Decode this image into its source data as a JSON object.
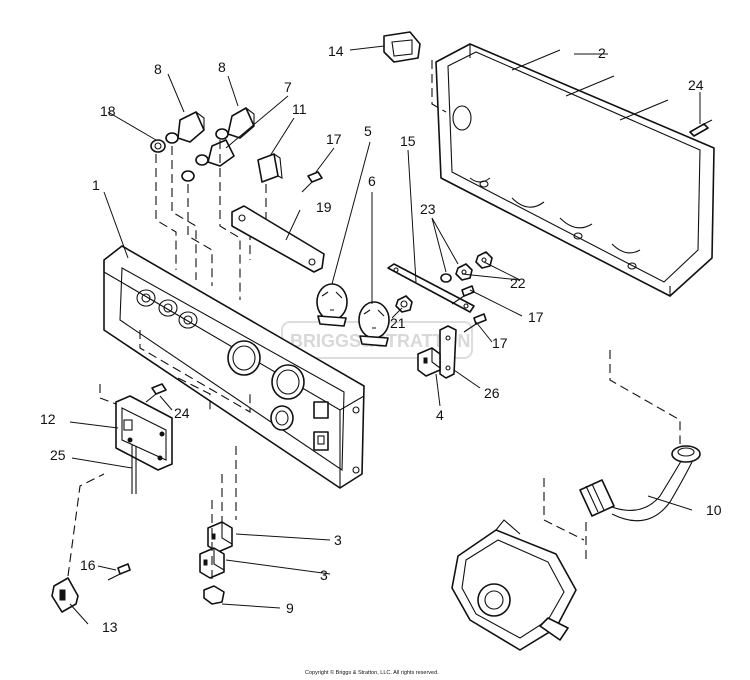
{
  "parts": [
    {
      "id": "p1",
      "label": "1"
    },
    {
      "id": "p2",
      "label": "2"
    },
    {
      "id": "p3a",
      "label": "3"
    },
    {
      "id": "p3b",
      "label": "3"
    },
    {
      "id": "p4",
      "label": "4"
    },
    {
      "id": "p5",
      "label": "5"
    },
    {
      "id": "p6",
      "label": "6"
    },
    {
      "id": "p7",
      "label": "7"
    },
    {
      "id": "p8a",
      "label": "8"
    },
    {
      "id": "p8b",
      "label": "8"
    },
    {
      "id": "p9",
      "label": "9"
    },
    {
      "id": "p10",
      "label": "10"
    },
    {
      "id": "p11",
      "label": "11"
    },
    {
      "id": "p12",
      "label": "12"
    },
    {
      "id": "p13",
      "label": "13"
    },
    {
      "id": "p14",
      "label": "14"
    },
    {
      "id": "p15",
      "label": "15"
    },
    {
      "id": "p16",
      "label": "16"
    },
    {
      "id": "p17a",
      "label": "17"
    },
    {
      "id": "p17b",
      "label": "17"
    },
    {
      "id": "p17c",
      "label": "17"
    },
    {
      "id": "p18",
      "label": "18"
    },
    {
      "id": "p19",
      "label": "19"
    },
    {
      "id": "p21",
      "label": "21"
    },
    {
      "id": "p22",
      "label": "22"
    },
    {
      "id": "p23",
      "label": "23"
    },
    {
      "id": "p24a",
      "label": "24"
    },
    {
      "id": "p24b",
      "label": "24"
    },
    {
      "id": "p25",
      "label": "25"
    },
    {
      "id": "p26",
      "label": "26"
    }
  ],
  "watermark": "BRIGGS&STRATTON",
  "copyright": "Copyright © Briggs & Stratton, LLC. All rights reserved."
}
